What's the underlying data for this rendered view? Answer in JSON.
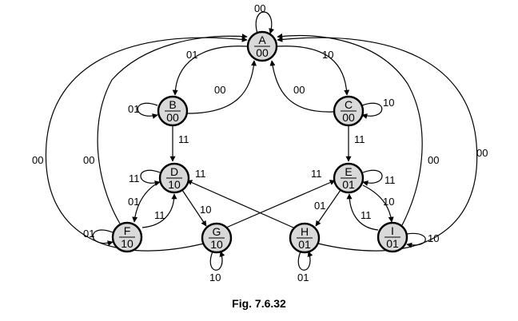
{
  "figure": {
    "caption": "Fig. 7.6.32"
  },
  "colors": {
    "node_fill": "#d9d9d9",
    "stroke": "#000000",
    "background": "#ffffff"
  },
  "states": [
    {
      "id": "A",
      "name": "A",
      "output": "00"
    },
    {
      "id": "B",
      "name": "B",
      "output": "00"
    },
    {
      "id": "C",
      "name": "C",
      "output": "00"
    },
    {
      "id": "D",
      "name": "D",
      "output": "10"
    },
    {
      "id": "E",
      "name": "E",
      "output": "01"
    },
    {
      "id": "F",
      "name": "F",
      "output": "10"
    },
    {
      "id": "G",
      "name": "G",
      "output": "10"
    },
    {
      "id": "H",
      "name": "H",
      "output": "01"
    },
    {
      "id": "I",
      "name": "I",
      "output": "01"
    }
  ],
  "transitions": [
    {
      "from": "A",
      "to": "A",
      "input": "00"
    },
    {
      "from": "A",
      "to": "B",
      "input": "01"
    },
    {
      "from": "A",
      "to": "C",
      "input": "10"
    },
    {
      "from": "B",
      "to": "A",
      "input": "00"
    },
    {
      "from": "C",
      "to": "A",
      "input": "00"
    },
    {
      "from": "B",
      "to": "B",
      "input": "01"
    },
    {
      "from": "C",
      "to": "C",
      "input": "10"
    },
    {
      "from": "B",
      "to": "D",
      "input": "11"
    },
    {
      "from": "C",
      "to": "E",
      "input": "11"
    },
    {
      "from": "D",
      "to": "D",
      "input": "11"
    },
    {
      "from": "E",
      "to": "E",
      "input": "11"
    },
    {
      "from": "H",
      "to": "D",
      "input": "11"
    },
    {
      "from": "G",
      "to": "E",
      "input": "11"
    },
    {
      "from": "D",
      "to": "F",
      "input": "01"
    },
    {
      "from": "F",
      "to": "D",
      "input": "11"
    },
    {
      "from": "D",
      "to": "G",
      "input": "10"
    },
    {
      "from": "E",
      "to": "H",
      "input": "01"
    },
    {
      "from": "E",
      "to": "I",
      "input": "10"
    },
    {
      "from": "I",
      "to": "E",
      "input": "11"
    },
    {
      "from": "F",
      "to": "F",
      "input": "01"
    },
    {
      "from": "G",
      "to": "G",
      "input": "10"
    },
    {
      "from": "H",
      "to": "H",
      "input": "01"
    },
    {
      "from": "I",
      "to": "I",
      "input": "10"
    },
    {
      "from": "F",
      "to": "A",
      "input": "00"
    },
    {
      "from": "G",
      "to": "A",
      "input": "00"
    },
    {
      "from": "H",
      "to": "A",
      "input": "00"
    },
    {
      "from": "I",
      "to": "A",
      "input": "00"
    }
  ]
}
